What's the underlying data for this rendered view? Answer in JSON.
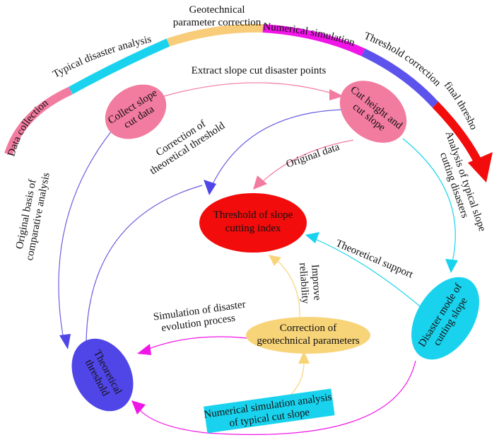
{
  "timeline": {
    "stages": [
      {
        "label": "Data collection",
        "color": "#f27ba0"
      },
      {
        "label": "Typical disaster analysis",
        "color": "#19d3ee"
      },
      {
        "label": "Geotechnical",
        "label2": "parameter correction",
        "color": "#f8cc79"
      },
      {
        "label": "Numerical simulation",
        "color": "#f016e8"
      },
      {
        "label": "Threshold correction",
        "color": "#5c52ec"
      },
      {
        "label": "final threshold",
        "color": "#f20c0c"
      }
    ]
  },
  "nodes": {
    "collect": {
      "line1": "Collect slope",
      "line2": "cut data",
      "color": "#f27ba0"
    },
    "cut_height": {
      "line1": "Cut height and",
      "line2": "cut slope",
      "color": "#f27ba0"
    },
    "threshold_index": {
      "line1": "Threshold  of slope",
      "line2": "cutting index",
      "color": "#f20c0c"
    },
    "disaster_mode": {
      "line1": "Disaster mode of",
      "line2": "cutting slope",
      "color": "#19d3ee"
    },
    "geo_correction": {
      "line1": "Correction of",
      "line2": "geotechnical parameters",
      "color": "#f8d479"
    },
    "theoretical": {
      "line1": "Theoretical",
      "line2": "threshold",
      "color": "#5046e8"
    }
  },
  "numerical_box": {
    "line1": "Numerical simulation analysis",
    "line2": "of typical cut slope",
    "color": "#19d3ee"
  },
  "edges": {
    "extract": {
      "label": "Extract slope cut disaster points",
      "color": "#f27ba0"
    },
    "original_data": {
      "label": "Original data",
      "color": "#f27ba0"
    },
    "correction_theoretical": {
      "line1": "Correction of",
      "line2": "theoretical threshold",
      "color": "#6a5ee0"
    },
    "original_basis": {
      "line1": "Original basis of",
      "line2": "comparative analysis",
      "color": "#6a5ee0"
    },
    "analysis_typical": {
      "line1": "Analysis of typical slope",
      "line2": "cutting disasters",
      "color": "#19d3ee"
    },
    "theoretical_support": {
      "label": "Theoretical support",
      "color": "#19d3ee"
    },
    "improve": {
      "line1": "Improve",
      "line2": "reliability",
      "color": "#f8d479"
    },
    "simulation_evolution": {
      "line1": "Simulation of disaster",
      "line2": "evolution process",
      "color": "#f016e8"
    }
  }
}
